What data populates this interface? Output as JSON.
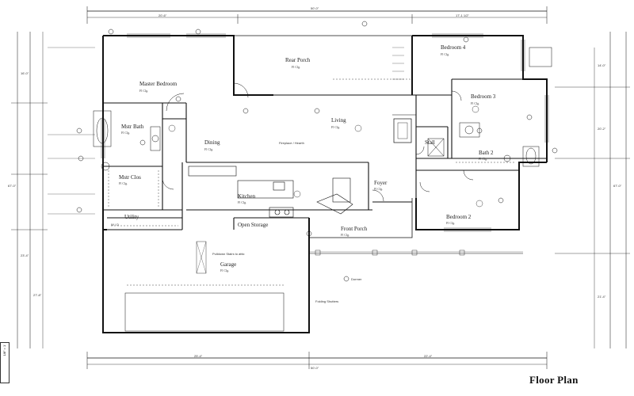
{
  "title": "Floor Plan",
  "rooms": {
    "rear_porch": {
      "label": "Rear Porch",
      "sub": "Fl Clg."
    },
    "master_bedroom": {
      "label": "Master Bedroom",
      "sub": "Fl Clg."
    },
    "bedroom4": {
      "label": "Bedroom 4",
      "sub": "Fl Clg."
    },
    "bedroom3": {
      "label": "Bedroom 3",
      "sub": "Fl Clg."
    },
    "living": {
      "label": "Living",
      "sub": "Fl Clg."
    },
    "mstr_bath": {
      "label": "Mstr Bath",
      "sub": "Fl Clg."
    },
    "dining": {
      "label": "Dining",
      "sub": "Fl Clg."
    },
    "stall": {
      "label": "Stall",
      "sub": ""
    },
    "bath2": {
      "label": "Bath 2",
      "sub": "Fl Clg."
    },
    "mstr_clos": {
      "label": "Mstr Clos",
      "sub": "Fl Clg."
    },
    "kitchen": {
      "label": "Kitchen",
      "sub": "Fl Clg."
    },
    "foyer": {
      "label": "Foyer",
      "sub": "Fl Clg."
    },
    "bedroom2": {
      "label": "Bedroom 2",
      "sub": "Fl Clg."
    },
    "utility": {
      "label": "Utility",
      "sub": ""
    },
    "open_storage": {
      "label": "Open Storage",
      "sub": ""
    },
    "front_porch": {
      "label": "Front Porch",
      "sub": "Fl Clg."
    },
    "garage": {
      "label": "Garage",
      "sub": "Fl Clg."
    }
  },
  "notes": {
    "fireplace": "Fireplace / Hearth",
    "pull_down": "Pulldown Stairs to attic",
    "dormer": "Dormer",
    "folding_shutters": "Folding Shutters",
    "w_d": "W / D"
  },
  "dimensions": {
    "overall_top": "50'-0\"",
    "overall_bottom": "50'-0\"",
    "left_total": "67'-0\"",
    "right_total": "67'-0\"",
    "top_seg1": "20'-6\"",
    "top_seg2": "17'-1 1/2\"",
    "bottom_seg1": "25'-4\"",
    "bottom_seg2": "22'-4\"",
    "left_seg1": "16'-0\"",
    "left_seg2": "23'-4\"",
    "left_seg3": "27'-8\"",
    "right_seg1": "14'-0\"",
    "right_seg2": "20'-2\"",
    "right_seg3": "21'-4\""
  },
  "scale_label": "1/8\" = 1'"
}
